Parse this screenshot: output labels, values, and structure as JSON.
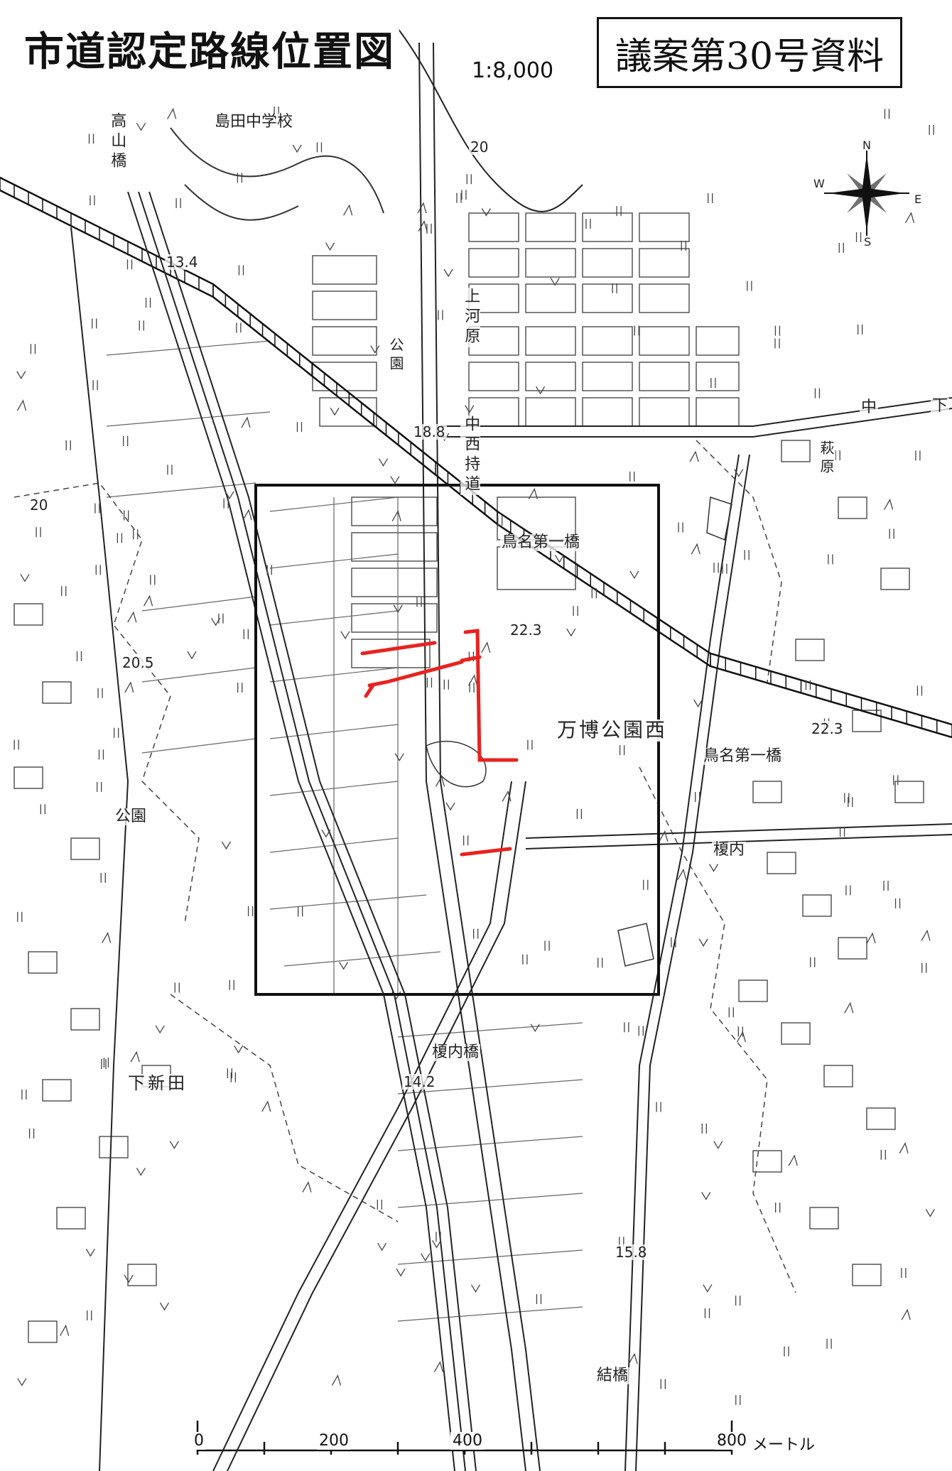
{
  "title": "市道認定路線位置図",
  "document_label": "議案第30号資料",
  "scale_ratio": "1:8,000",
  "compass": {
    "north": "N",
    "south": "S",
    "east": "E",
    "west": "W"
  },
  "scale_bar": {
    "ticks": [
      "0",
      "200",
      "400",
      "800"
    ],
    "unit": "メートル"
  },
  "place_labels": {
    "takayama_bridge": "高山橋",
    "junior_high": "島田中学校",
    "kamikawara": "上河原",
    "park_north": "公園",
    "nakanishi": "中西持道",
    "torina_bridge_1": "鳥名第一橋",
    "banpaku_park_west": "万博公園西",
    "torina_bridge_1b": "鳥名第一橋",
    "park_west": "公園",
    "shimoshinden": "下新田",
    "enouchi_bridge": "榎内橋",
    "enouchi": "榎内",
    "hagiwara": "萩原",
    "yuuki_bridge": "結橋",
    "naka": "中",
    "shimonishita": "下"
  },
  "elevations": [
    "13.4",
    "18.8",
    "20.5",
    "22.3",
    "22.3",
    "14.2",
    "15.8",
    "20",
    "20"
  ],
  "colors": {
    "route": "#e8231f",
    "line": "#333333",
    "paper": "#ffffff"
  }
}
